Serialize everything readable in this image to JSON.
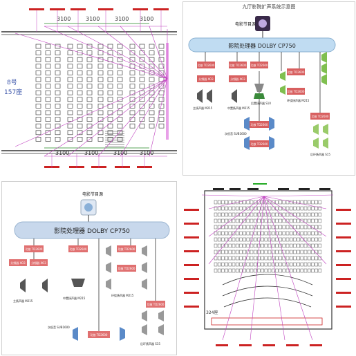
{
  "panel1": {
    "dim_top": [
      "3100",
      "3100",
      "3100",
      "3100"
    ],
    "dim_bottom": [
      "3100",
      "3100",
      "3100",
      "3100"
    ],
    "hall_label": "8号",
    "seats_label": "157座",
    "colors": {
      "line": "#c040c0",
      "wall": "#333333",
      "seat": "#444444"
    }
  },
  "panel2": {
    "title": "九厅影院扩声系统示意图",
    "source": "电影节目源",
    "processor": "影院处理器 DOLBY CP750",
    "amps": [
      "功放 TD2600",
      "功放 TD2600",
      "功放 TD2600",
      "功放 TD2600",
      "功放 TD2600",
      "功放 TD2600",
      "功放 TD2600"
    ],
    "dividers": [
      "分频器 XO3",
      "分频器 XO3"
    ],
    "speakers": [
      "主扬声器 M215",
      "中置扬声器 M215",
      "后置扬声器 S10",
      "环绕扬声器 M215",
      "次低音 SUB1600",
      "后环扬声器 S15"
    ],
    "colors": {
      "box": "#c0dcf2",
      "amp": "#d86060",
      "line": "#333333"
    }
  },
  "panel3": {
    "source": "电影节目源",
    "processor": "影院处理器 DOLBY CP750",
    "amps": [
      "功放 TD2600",
      "功放 TD2600",
      "功放 TD2600",
      "功放 TD2600",
      "功放 TD2600",
      "功放 TD2600"
    ],
    "dividers": [
      "分频器 XO3",
      "分频器 XO3"
    ],
    "speakers": [
      "主扬声器 M215",
      "中置扬声器 M215",
      "环绕扬声器 M215",
      "次低音 SUB1600",
      "后环扬声器 S15"
    ],
    "colors": {
      "box": "#c8d8ec",
      "amp": "#e07070"
    }
  },
  "panel4": {
    "bottom_label": "324座",
    "colors": {
      "line": "#c040c0",
      "wall": "#333333",
      "red": "#cc2222",
      "green": "#22aa22"
    }
  }
}
